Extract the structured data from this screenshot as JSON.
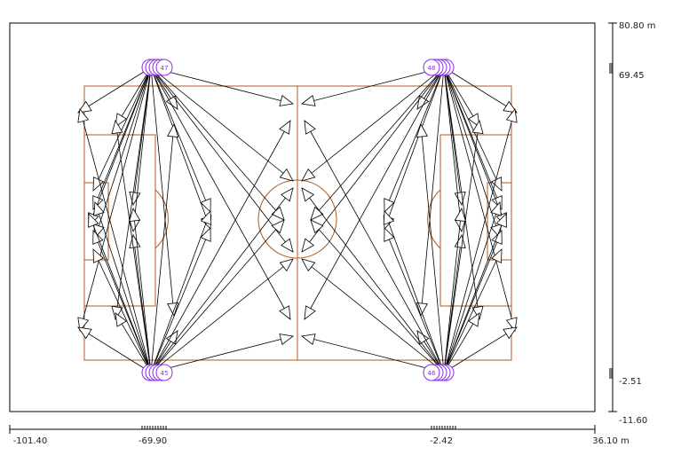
{
  "colors": {
    "field": "#b05a1e",
    "luminaire": "#8a2be2",
    "aim": "#000000",
    "frame": "#000000",
    "background": "#ffffff"
  },
  "axes": {
    "x_labels": [
      "-101.40",
      "-69.90",
      "-2.42",
      "36.10 m"
    ],
    "y_labels": [
      "80.80 m",
      "69.45",
      "-2.51",
      "-11.60"
    ]
  },
  "poles": [
    {
      "label": "47",
      "luminaires": 5,
      "direction": "left"
    },
    {
      "label": "48",
      "luminaires": 5,
      "direction": "right"
    },
    {
      "label": "45",
      "luminaires": 5,
      "direction": "left"
    },
    {
      "label": "46",
      "luminaires": 5,
      "direction": "right"
    }
  ],
  "icons": {
    "luminaire": "circle-icon",
    "aim_arrow": "triangle-arrow-icon"
  }
}
